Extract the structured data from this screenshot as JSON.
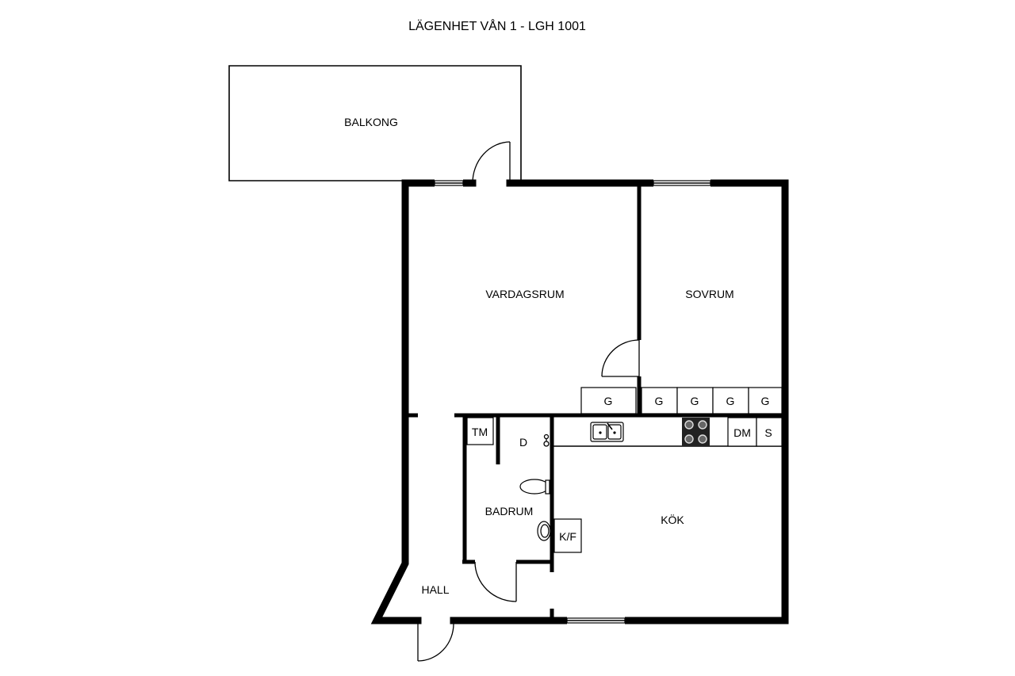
{
  "title": "LÄGENHET VÅN 1 - LGH 1001",
  "rooms": {
    "balcony": "BALKONG",
    "living": "VARDAGSRUM",
    "bedroom": "SOVRUM",
    "kitchen": "KÖK",
    "bathroom": "BADRUM",
    "hall": "HALL"
  },
  "fixtures": {
    "wardrobe": "G",
    "dryer": "TM",
    "shower": "D",
    "dishwasher": "DM",
    "cabinet": "S",
    "fridge_freezer": "K/F"
  }
}
